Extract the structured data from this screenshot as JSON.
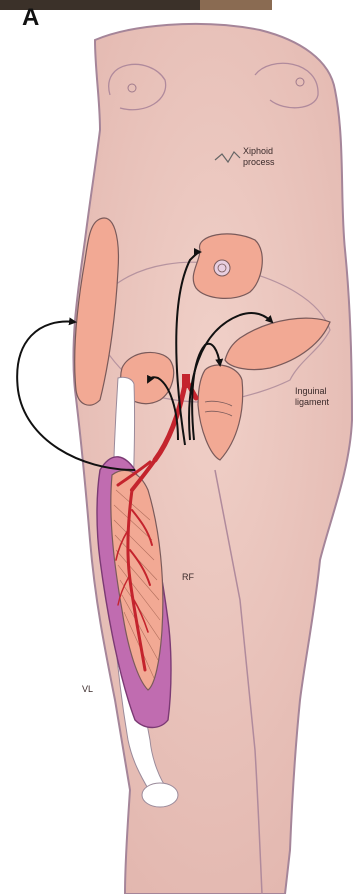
{
  "panel_label": "A",
  "labels": {
    "xiphoid_line1": "Xiphoid",
    "xiphoid_line2": "process",
    "inguinal_line1": "Inguinal",
    "inguinal_line2": "ligament",
    "rf": "RF",
    "vl": "VL"
  },
  "colors": {
    "skin": "#edc8bf",
    "outline": "#8f6f8f",
    "flap": "#f2a994",
    "vessel": "#c4242d",
    "muscle": "#b95aa8",
    "arrow": "#111111"
  }
}
